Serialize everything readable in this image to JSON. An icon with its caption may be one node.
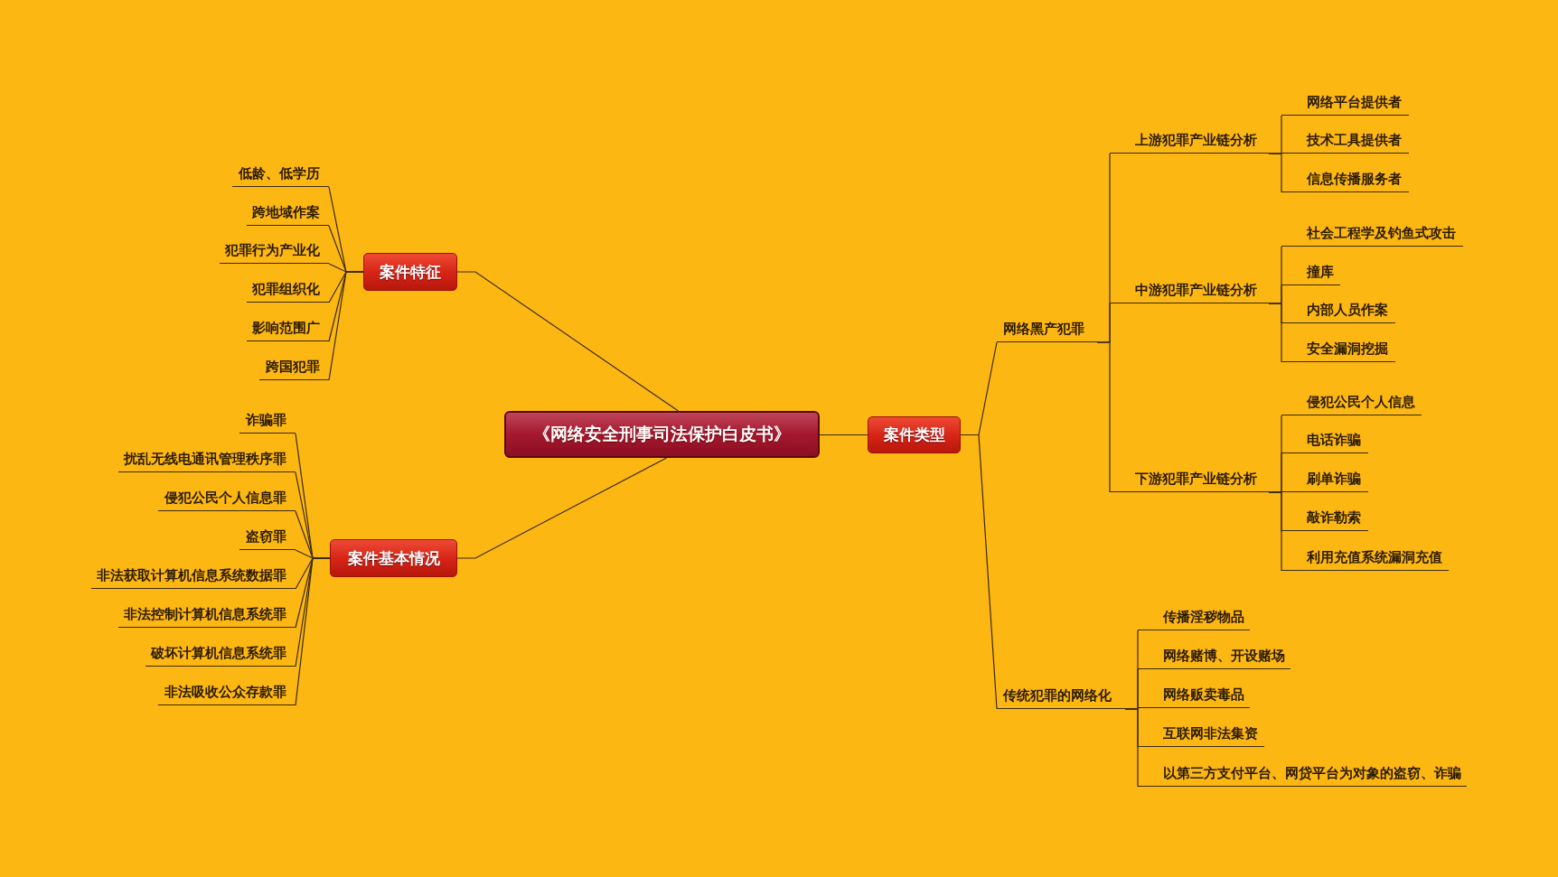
{
  "diagram": {
    "nodes": [
      {
        "text": [
          "《网络安全刑事司法保护白皮书》"
        ]
      },
      {
        "text": [
          "案件特征"
        ]
      },
      {
        "text": [
          "低龄、低学历"
        ]
      },
      {
        "text": [
          "跨地域作案"
        ]
      },
      {
        "text": [
          "犯罪行为产业化"
        ]
      },
      {
        "text": [
          "犯罪组织化"
        ]
      },
      {
        "text": [
          "影响范围广"
        ]
      },
      {
        "text": [
          "跨国犯罪"
        ]
      },
      {
        "text": [
          "案件基本情况"
        ]
      },
      {
        "text": [
          "诈骗罪"
        ]
      },
      {
        "text": [
          "扰乱无线电通讯管理秩序罪"
        ]
      },
      {
        "text": [
          "侵犯公民个人信息罪"
        ]
      },
      {
        "text": [
          "盗窃罪"
        ]
      },
      {
        "text": [
          "非法获取计算机信息系统数据罪"
        ]
      },
      {
        "text": [
          "非法控制计算机信息系统罪"
        ]
      },
      {
        "text": [
          "破坏计算机信息系统罪"
        ]
      },
      {
        "text": [
          "非法吸收公众存款罪"
        ]
      },
      {
        "text": [
          "案件类型"
        ]
      },
      {
        "text": [
          "网络黑产犯罪"
        ]
      },
      {
        "text": [
          "上游犯罪产业链分析"
        ]
      },
      {
        "text": [
          "网络平台提供者"
        ]
      },
      {
        "text": [
          "技术工具提供者"
        ]
      },
      {
        "text": [
          "信息传播服务者"
        ]
      },
      {
        "text": [
          "中游犯罪产业链分析"
        ]
      },
      {
        "text": [
          "社会工程学及钓鱼式攻击"
        ]
      },
      {
        "text": [
          "撞库"
        ]
      },
      {
        "text": [
          "内部人员作案"
        ]
      },
      {
        "text": [
          "安全漏洞挖掘"
        ]
      },
      {
        "text": [
          "下游犯罪产业链分析"
        ]
      },
      {
        "text": [
          "侵犯公民个人信息"
        ]
      },
      {
        "text": [
          "电话诈骗"
        ]
      },
      {
        "text": [
          "刷单诈骗"
        ]
      },
      {
        "text": [
          "敲诈勒索"
        ]
      },
      {
        "text": [
          "利用充值系统漏洞充值"
        ]
      },
      {
        "text": [
          "传统犯罪的网络化"
        ]
      },
      {
        "text": [
          "传播淫秽物品"
        ]
      },
      {
        "text": [
          "网络赌博、开设赌场"
        ]
      },
      {
        "text": [
          "网络贩卖毒品"
        ]
      },
      {
        "text": [
          "互联网非法集资"
        ]
      },
      {
        "text": [
          "以第三方支付平台、网贷平台为对象的盗窃、诈骗"
        ]
      }
    ],
    "edges": [
      {
        "from": 0,
        "to": 1,
        "arrow": "none"
      },
      {
        "from": 1,
        "to": 2,
        "arrow": "none"
      },
      {
        "from": 1,
        "to": 3,
        "arrow": "none"
      },
      {
        "from": 1,
        "to": 4,
        "arrow": "none"
      },
      {
        "from": 1,
        "to": 5,
        "arrow": "none"
      },
      {
        "from": 1,
        "to": 6,
        "arrow": "none"
      },
      {
        "from": 1,
        "to": 7,
        "arrow": "none"
      },
      {
        "from": 0,
        "to": 8,
        "arrow": "none"
      },
      {
        "from": 8,
        "to": 9,
        "arrow": "none"
      },
      {
        "from": 8,
        "to": 10,
        "arrow": "none"
      },
      {
        "from": 8,
        "to": 11,
        "arrow": "none"
      },
      {
        "from": 8,
        "to": 12,
        "arrow": "none"
      },
      {
        "from": 8,
        "to": 13,
        "arrow": "none"
      },
      {
        "from": 8,
        "to": 14,
        "arrow": "none"
      },
      {
        "from": 8,
        "to": 15,
        "arrow": "none"
      },
      {
        "from": 8,
        "to": 16,
        "arrow": "none"
      },
      {
        "from": 0,
        "to": 17,
        "arrow": "none"
      },
      {
        "from": 17,
        "to": 18,
        "arrow": "none"
      },
      {
        "from": 18,
        "to": 19,
        "arrow": "none"
      },
      {
        "from": 19,
        "to": 20,
        "arrow": "none"
      },
      {
        "from": 19,
        "to": 21,
        "arrow": "none"
      },
      {
        "from": 19,
        "to": 22,
        "arrow": "none"
      },
      {
        "from": 18,
        "to": 23,
        "arrow": "none"
      },
      {
        "from": 23,
        "to": 24,
        "arrow": "none"
      },
      {
        "from": 23,
        "to": 25,
        "arrow": "none"
      },
      {
        "from": 23,
        "to": 26,
        "arrow": "none"
      },
      {
        "from": 23,
        "to": 27,
        "arrow": "none"
      },
      {
        "from": 18,
        "to": 28,
        "arrow": "none"
      },
      {
        "from": 28,
        "to": 29,
        "arrow": "none"
      },
      {
        "from": 28,
        "to": 30,
        "arrow": "none"
      },
      {
        "from": 28,
        "to": 31,
        "arrow": "none"
      },
      {
        "from": 28,
        "to": 32,
        "arrow": "none"
      },
      {
        "from": 28,
        "to": 33,
        "arrow": "none"
      },
      {
        "from": 17,
        "to": 34,
        "arrow": "none"
      },
      {
        "from": 34,
        "to": 35,
        "arrow": "none"
      },
      {
        "from": 34,
        "to": 36,
        "arrow": "none"
      },
      {
        "from": 34,
        "to": 37,
        "arrow": "none"
      },
      {
        "from": 34,
        "to": 38,
        "arrow": "none"
      },
      {
        "from": 34,
        "to": 39,
        "arrow": "none"
      }
    ]
  }
}
